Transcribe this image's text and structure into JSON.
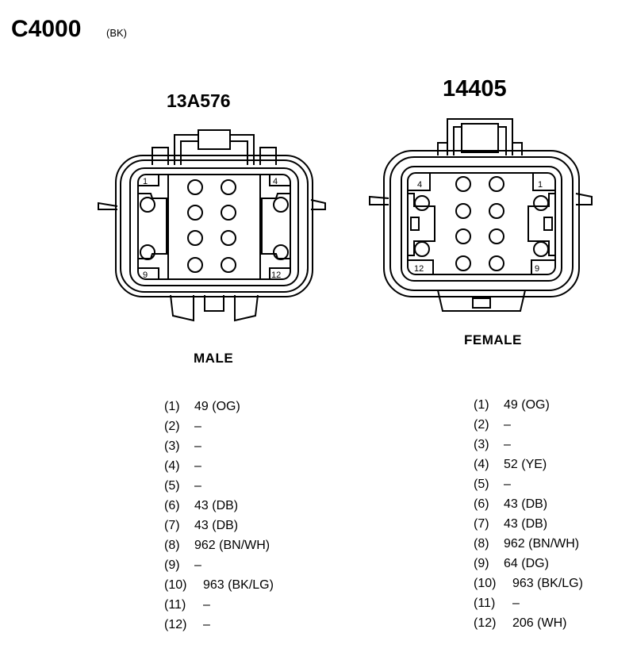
{
  "header": {
    "title": "C4000",
    "color_code": "(BK)"
  },
  "connectors": [
    {
      "part_number": "13A576",
      "gender": "MALE",
      "corner_labels": [
        "1",
        "4",
        "9",
        "12"
      ],
      "pins": [
        {
          "num": "(1)",
          "wire": "49 (OG)"
        },
        {
          "num": "(2)",
          "wire": "–"
        },
        {
          "num": "(3)",
          "wire": "–"
        },
        {
          "num": "(4)",
          "wire": "–"
        },
        {
          "num": "(5)",
          "wire": "–"
        },
        {
          "num": "(6)",
          "wire": "43 (DB)"
        },
        {
          "num": "(7)",
          "wire": "43 (DB)"
        },
        {
          "num": "(8)",
          "wire": "962 (BN/WH)"
        },
        {
          "num": "(9)",
          "wire": "–"
        },
        {
          "num": "(10)",
          "wire": "963 (BK/LG)"
        },
        {
          "num": "(11)",
          "wire": "–"
        },
        {
          "num": "(12)",
          "wire": "–"
        }
      ]
    },
    {
      "part_number": "14405",
      "gender": "FEMALE",
      "corner_labels": [
        "4",
        "1",
        "12",
        "9"
      ],
      "pins": [
        {
          "num": "(1)",
          "wire": "49 (OG)"
        },
        {
          "num": "(2)",
          "wire": "–"
        },
        {
          "num": "(3)",
          "wire": "–"
        },
        {
          "num": "(4)",
          "wire": "52 (YE)"
        },
        {
          "num": "(5)",
          "wire": "–"
        },
        {
          "num": "(6)",
          "wire": "43 (DB)"
        },
        {
          "num": "(7)",
          "wire": "43 (DB)"
        },
        {
          "num": "(8)",
          "wire": "962 (BN/WH)"
        },
        {
          "num": "(9)",
          "wire": "64 (DG)"
        },
        {
          "num": "(10)",
          "wire": "963 (BK/LG)"
        },
        {
          "num": "(11)",
          "wire": "–"
        },
        {
          "num": "(12)",
          "wire": "206 (WH)"
        }
      ]
    }
  ]
}
